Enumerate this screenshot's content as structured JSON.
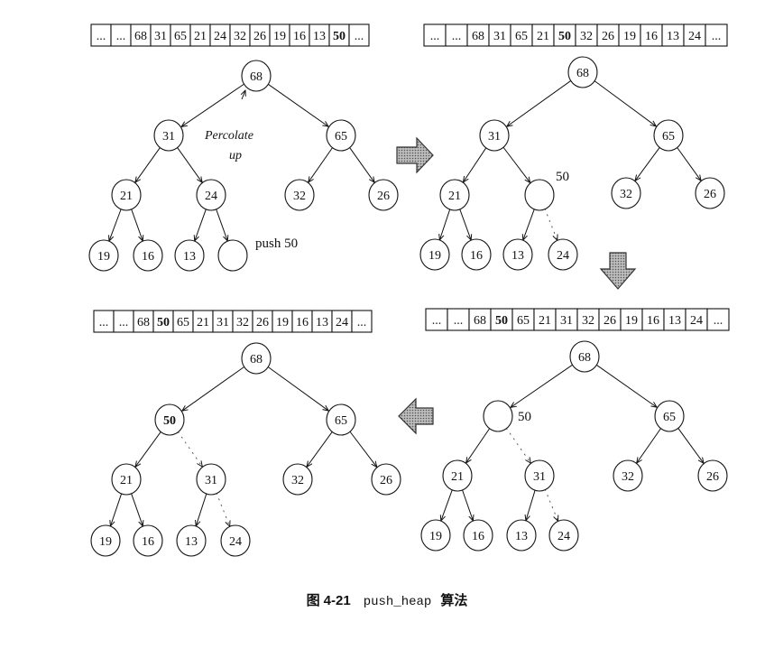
{
  "panels": [
    {
      "array": [
        "...",
        "...",
        "68",
        "31",
        "65",
        "21",
        "24",
        "32",
        "26",
        "19",
        "16",
        "13",
        "50",
        "..."
      ],
      "bold_index": 12,
      "nodes": [
        {
          "id": "n0",
          "label": "68"
        },
        {
          "id": "n1",
          "label": "31"
        },
        {
          "id": "n2",
          "label": "65"
        },
        {
          "id": "n3",
          "label": "21"
        },
        {
          "id": "n4",
          "label": "24"
        },
        {
          "id": "n5",
          "label": "32"
        },
        {
          "id": "n6",
          "label": "26"
        },
        {
          "id": "n7",
          "label": "19"
        },
        {
          "id": "n8",
          "label": "16"
        },
        {
          "id": "n9",
          "label": "13"
        },
        {
          "id": "n10",
          "label": ""
        }
      ],
      "annotations": [
        {
          "id": "percolate",
          "text": "Percolate"
        },
        {
          "id": "up",
          "text": "up"
        },
        {
          "id": "push",
          "text": "push 50"
        }
      ]
    },
    {
      "array": [
        "...",
        "...",
        "68",
        "31",
        "65",
        "21",
        "50",
        "32",
        "26",
        "19",
        "16",
        "13",
        "24",
        "..."
      ],
      "bold_index": 6,
      "nodes": [
        {
          "id": "n0",
          "label": "68"
        },
        {
          "id": "n1",
          "label": "31"
        },
        {
          "id": "n2",
          "label": "65"
        },
        {
          "id": "n3",
          "label": "21"
        },
        {
          "id": "n4",
          "label": ""
        },
        {
          "id": "n5",
          "label": "32"
        },
        {
          "id": "n6",
          "label": "26"
        },
        {
          "id": "n7",
          "label": "19"
        },
        {
          "id": "n8",
          "label": "16"
        },
        {
          "id": "n9",
          "label": "13"
        },
        {
          "id": "n10",
          "label": "24"
        }
      ],
      "annotations": [
        {
          "id": "val50",
          "text": "50"
        }
      ]
    },
    {
      "array": [
        "...",
        "...",
        "68",
        "50",
        "65",
        "21",
        "31",
        "32",
        "26",
        "19",
        "16",
        "13",
        "24",
        "..."
      ],
      "bold_index": 3,
      "nodes": [
        {
          "id": "n0",
          "label": "68"
        },
        {
          "id": "n1",
          "label": "50",
          "bold": true
        },
        {
          "id": "n2",
          "label": "65"
        },
        {
          "id": "n3",
          "label": "21"
        },
        {
          "id": "n4",
          "label": "31"
        },
        {
          "id": "n5",
          "label": "32"
        },
        {
          "id": "n6",
          "label": "26"
        },
        {
          "id": "n7",
          "label": "19"
        },
        {
          "id": "n8",
          "label": "16"
        },
        {
          "id": "n9",
          "label": "13"
        },
        {
          "id": "n10",
          "label": "24"
        }
      ],
      "annotations": []
    },
    {
      "array": [
        "...",
        "...",
        "68",
        "50",
        "65",
        "21",
        "31",
        "32",
        "26",
        "19",
        "16",
        "13",
        "24",
        "..."
      ],
      "bold_index": 3,
      "nodes": [
        {
          "id": "n0",
          "label": "68"
        },
        {
          "id": "n1",
          "label": ""
        },
        {
          "id": "n2",
          "label": "65"
        },
        {
          "id": "n3",
          "label": "21"
        },
        {
          "id": "n4",
          "label": "31"
        },
        {
          "id": "n5",
          "label": "32"
        },
        {
          "id": "n6",
          "label": "26"
        },
        {
          "id": "n7",
          "label": "19"
        },
        {
          "id": "n8",
          "label": "16"
        },
        {
          "id": "n9",
          "label": "13"
        },
        {
          "id": "n10",
          "label": "24"
        }
      ],
      "annotations": [
        {
          "id": "val50",
          "text": "50"
        }
      ]
    }
  ],
  "caption": {
    "figure": "图",
    "number": "4-21",
    "code": "push_heap",
    "algorithm": "算法"
  },
  "colors": {
    "ink": "#111111",
    "arrow_fill": "#9a9a9a"
  }
}
